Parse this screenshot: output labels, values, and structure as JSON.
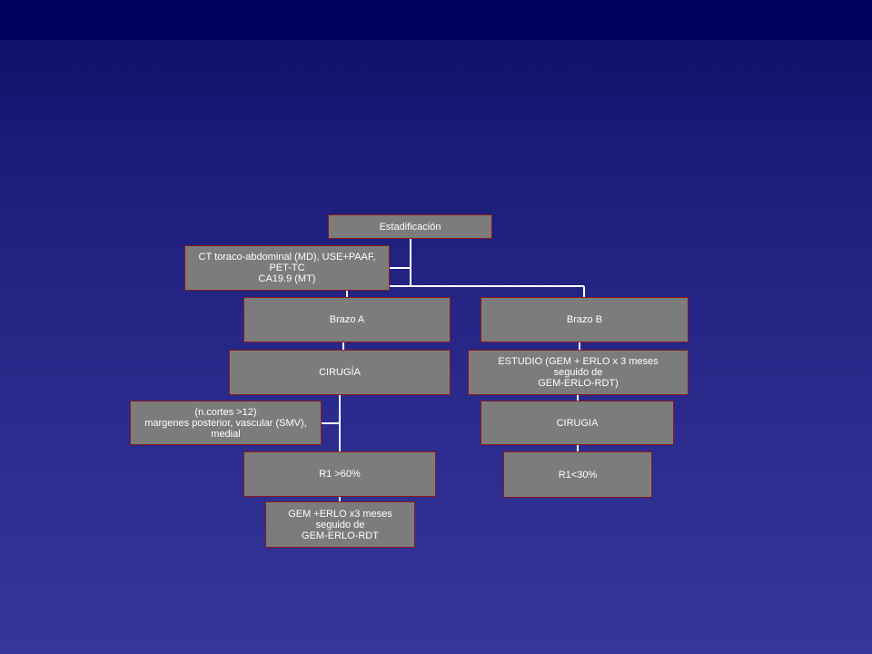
{
  "nodes": {
    "staging": "Estadificación",
    "staging_note": "CT toraco-abdominal (MD), USE+PAAF,\nPET-TC\nCA19.9 (MT)",
    "arm_a": "Brazo A",
    "arm_b": "Brazo B",
    "surgery_a": "CIRUGÍA",
    "surgery_a_note": "(n.cortes >12)\nmargenes posterior, vascular (SMV),\nmedial",
    "r1_a": "R1 >60%",
    "adjuvant_a": "GEM +ERLO x3 meses\nseguido de\nGEM-ERLO-RDT",
    "study_b": "ESTUDIO (GEM + ERLO x 3 meses\nseguido de\nGEM-ERLO-RDT)",
    "surgery_b": "CIRUGIA",
    "r1_b": "R1<30%"
  },
  "colors": {
    "node_fill": "#7c7c7c",
    "node_border": "#8a1a1a",
    "connector": "#ffffff",
    "header_bar": "#00005e",
    "background_top": "#0d0d66",
    "background_bottom": "#36369a"
  }
}
